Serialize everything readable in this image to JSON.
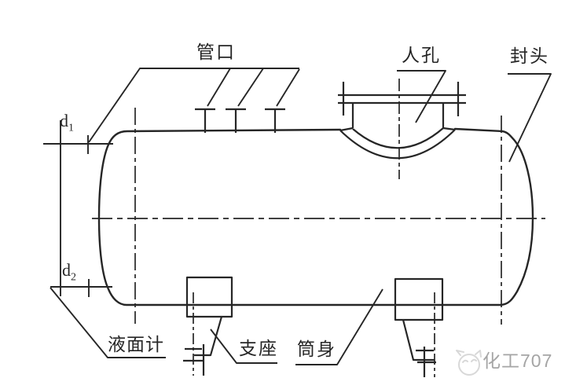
{
  "labels": {
    "nozzle": "管口",
    "manhole": "人孔",
    "head": "封头",
    "level_gauge": "液面计",
    "saddle": "支座",
    "shell": "筒身",
    "d_base": "d",
    "d1_sub": "1",
    "d2_sub": "2"
  },
  "watermark": {
    "text": "化工707"
  },
  "colors": {
    "line": "#262626",
    "watermark": "#a5a5a5",
    "logo": "#d8d8d8",
    "bg": "#ffffff"
  }
}
